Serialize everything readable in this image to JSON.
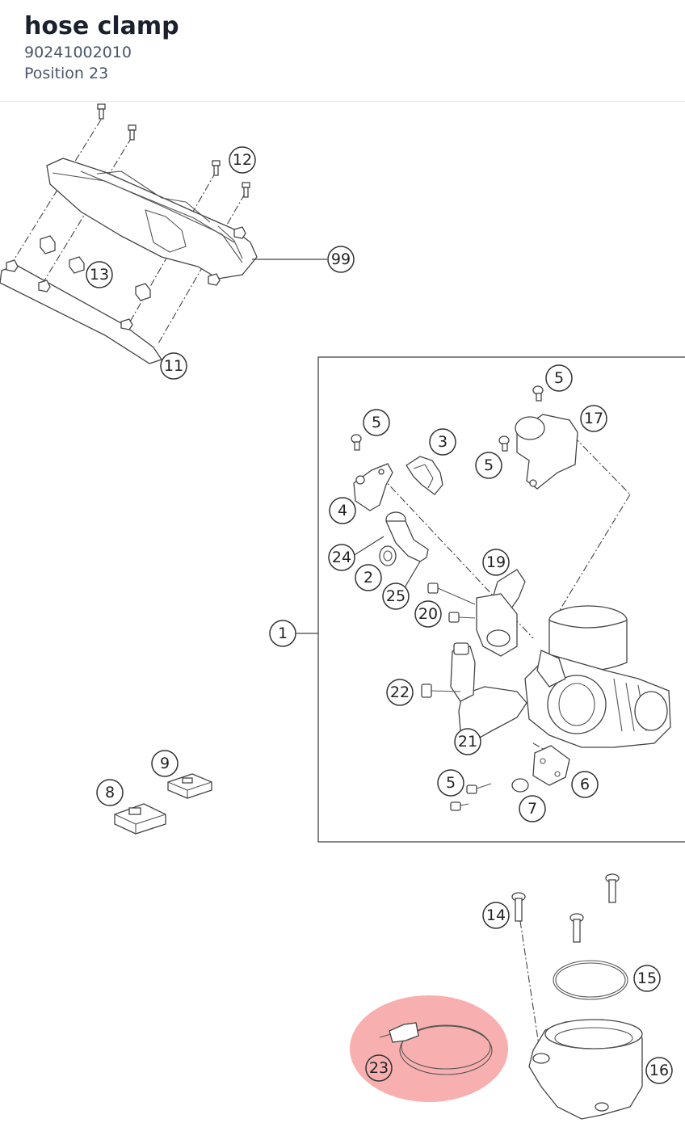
{
  "header": {
    "title": "hose clamp",
    "part_number": "90241002010",
    "position": "Position 23"
  },
  "diagram": {
    "highlight_color": "#f47a7a",
    "selected_callout": "23",
    "callouts": [
      "12",
      "99",
      "13",
      "11",
      "5",
      "17",
      "3",
      "5",
      "5",
      "4",
      "24",
      "2",
      "25",
      "19",
      "20",
      "1",
      "22",
      "21",
      "5",
      "6",
      "7",
      "9",
      "8",
      "14",
      "15",
      "16",
      "23"
    ]
  }
}
